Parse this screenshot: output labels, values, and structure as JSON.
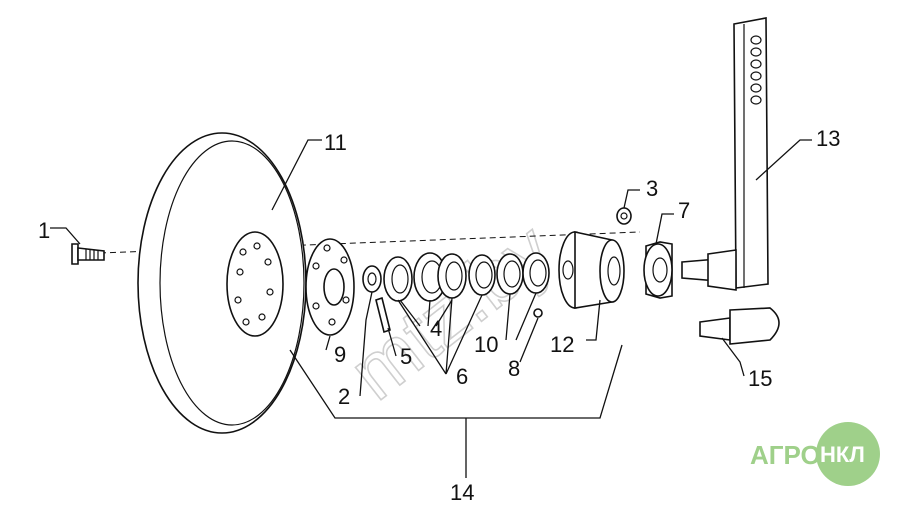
{
  "watermark": "mtz.by",
  "logo": {
    "part1": "АГРО",
    "part2": "НКЛ",
    "color": "#9fd08a"
  },
  "callouts": {
    "c1": "1",
    "c2": "2",
    "c3": "3",
    "c4": "4",
    "c5": "5",
    "c6": "6",
    "c7": "7",
    "c8": "8",
    "c9": "9",
    "c10": "10",
    "c11": "11",
    "c12": "12",
    "c13": "13",
    "c14": "14",
    "c15": "15"
  },
  "parts": [
    "bolt",
    "washer",
    "nut",
    "bearing",
    "pin",
    "seal",
    "cap",
    "grease-nipple",
    "spacer-plate",
    "ring",
    "disc",
    "hub",
    "arm",
    "assembly",
    "axle-stub"
  ]
}
